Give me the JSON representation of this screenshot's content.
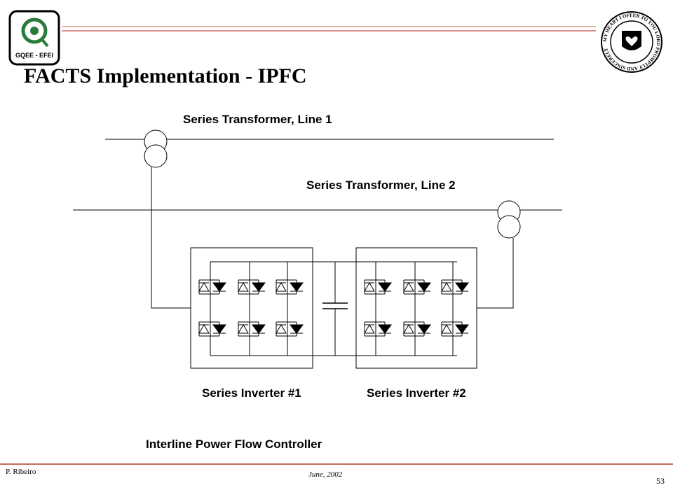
{
  "slide": {
    "title": "FACTS Implementation - IPFC"
  },
  "logo": {
    "text": "GQEE - EFEI",
    "accent": "#2a7a3a"
  },
  "seal": {
    "text": "MY HEART I OFFER TO YOU LORD PROMPTLY AND SINCERELY"
  },
  "diagram": {
    "label_transformer_1": "Series Transformer, Line 1",
    "label_transformer_2": "Series Transformer, Line 2",
    "label_inverter_1": "Series Inverter #1",
    "label_inverter_2": "Series Inverter #2",
    "caption": "Interline Power Flow Controller"
  },
  "footer": {
    "author": "P. Ribeiro",
    "date": "June, 2002",
    "page": "53"
  },
  "colors": {
    "rule": "#c96a5a",
    "ink": "#000000"
  }
}
